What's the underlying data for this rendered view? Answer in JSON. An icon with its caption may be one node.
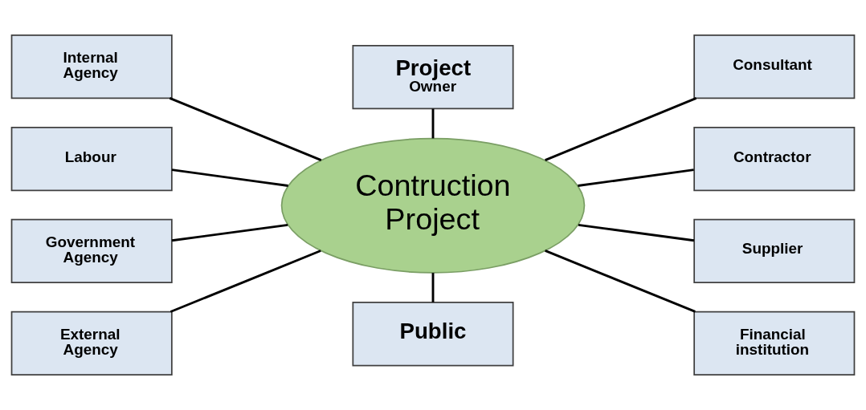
{
  "diagram": {
    "nodes": [
      {
        "text": [
          "Internal Agency"
        ]
      },
      {
        "text": [
          "Labour"
        ]
      },
      {
        "text": [
          "Government Agency"
        ]
      },
      {
        "text": [
          "External Agency"
        ]
      },
      {
        "text": [
          "Project",
          "Owner"
        ]
      },
      {
        "text": [
          "Contruction Project"
        ]
      },
      {
        "text": [
          "Public"
        ]
      },
      {
        "text": [
          "Consultant"
        ]
      },
      {
        "text": [
          "Contractor"
        ]
      },
      {
        "text": [
          "Supplier"
        ]
      },
      {
        "text": [
          "Financial institution"
        ]
      }
    ],
    "edges": [
      {
        "from": 5,
        "to": 0,
        "arrow": "none"
      },
      {
        "from": 5,
        "to": 1,
        "arrow": "none"
      },
      {
        "from": 5,
        "to": 2,
        "arrow": "none"
      },
      {
        "from": 5,
        "to": 3,
        "arrow": "none"
      },
      {
        "from": 5,
        "to": 4,
        "arrow": "none"
      },
      {
        "from": 5,
        "to": 6,
        "arrow": "none"
      },
      {
        "from": 5,
        "to": 7,
        "arrow": "none"
      },
      {
        "from": 5,
        "to": 8,
        "arrow": "none"
      },
      {
        "from": 5,
        "to": 9,
        "arrow": "none"
      },
      {
        "from": 5,
        "to": 10,
        "arrow": "none"
      }
    ]
  }
}
